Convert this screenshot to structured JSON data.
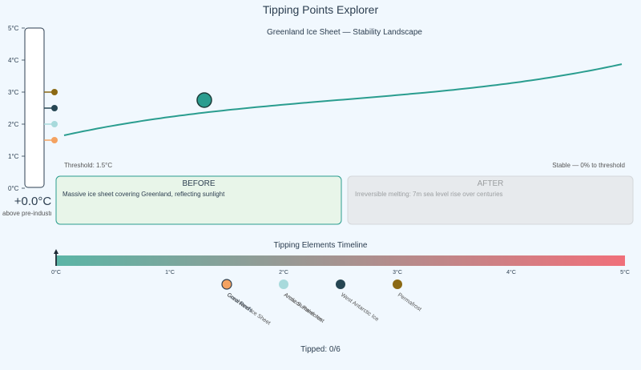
{
  "app": {
    "title": "Tipping Points Explorer"
  },
  "landscape": {
    "title": "Greenland Ice Sheet — Stability Landscape",
    "threshold_label": "Threshold: 1.5°C",
    "status_label": "Stable — 0% to threshold",
    "curve_color": "#2a9d8f"
  },
  "thermometer": {
    "ticks": [
      "5°C",
      "4°C",
      "3°C",
      "2°C",
      "1°C",
      "0°C"
    ],
    "reading": "+0.0°C",
    "caption": "above pre-industrial",
    "markers": [
      {
        "name": "permafrost",
        "value_c": 3.0,
        "color": "#8b6914"
      },
      {
        "name": "west-antarctic-ice",
        "value_c": 2.5,
        "color": "#264653"
      },
      {
        "name": "arctic-summer-ice",
        "value_c": 2.0,
        "color": "#a8dadc"
      },
      {
        "name": "coral-reefs",
        "value_c": 1.5,
        "color": "#f4a261"
      }
    ]
  },
  "before_card": {
    "heading": "BEFORE",
    "text": "Massive ice sheet covering Greenland, reflecting sunlight"
  },
  "after_card": {
    "heading": "AFTER",
    "text": "Irreversible melting: 7m sea level rise over centuries"
  },
  "timeline": {
    "title": "Tipping Elements Timeline",
    "ticks": [
      "0°C",
      "1°C",
      "2°C",
      "3°C",
      "4°C",
      "5°C"
    ],
    "gradient": [
      "#5bb5a6",
      "#f0707a"
    ],
    "current_c": 0.0,
    "elements": [
      {
        "label": "Coral Reefs",
        "value_c": 1.5,
        "color": "#f4a261",
        "selected": true
      },
      {
        "label": "Greenland Ice Sheet",
        "value_c": 1.5,
        "color": "#f4a261",
        "selected": false
      },
      {
        "label": "Amazon Rainforest",
        "value_c": 2.0,
        "color": "#a8dadc",
        "selected": false
      },
      {
        "label": "Arctic Summer Ice",
        "value_c": 2.0,
        "color": "#a8dadc",
        "selected": false
      },
      {
        "label": "West Antarctic Ice",
        "value_c": 2.5,
        "color": "#264653",
        "selected": false
      },
      {
        "label": "Permafrost",
        "value_c": 3.0,
        "color": "#8b6914",
        "selected": false
      }
    ]
  },
  "footer": {
    "tipped": "Tipped: 0/6"
  }
}
